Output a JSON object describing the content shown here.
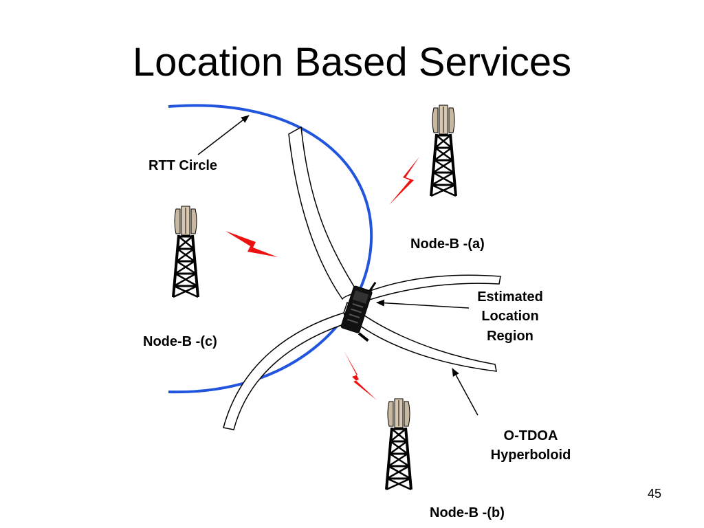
{
  "slide": {
    "title": "Location Based Services",
    "page_number": "45"
  },
  "diagram": {
    "labels": {
      "rtt_circle": "RTT Circle",
      "node_a": "Node-B -(a)",
      "node_b": "Node-B -(b)",
      "node_c": "Node-B -(c)",
      "estimated_line1": "Estimated",
      "estimated_line2": "Location",
      "estimated_line3": "Region",
      "otdoa_line1": "O-TDOA",
      "otdoa_line2": "Hyperboloid"
    },
    "colors": {
      "rtt_circle": "#2255dd",
      "signal": "#ee1111",
      "tower": "#000000",
      "antenna": "#c8b8a0"
    },
    "icons": {
      "tower": "cell-tower-icon",
      "handset": "mobile-phone-icon",
      "signal": "lightning-bolt-icon"
    }
  }
}
